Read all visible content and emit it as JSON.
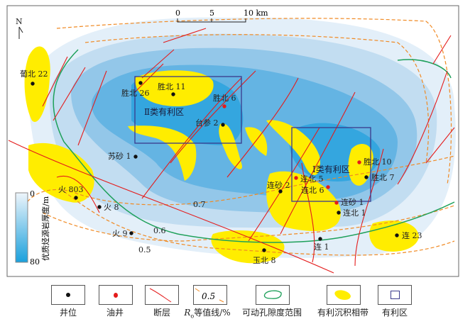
{
  "north": "N",
  "scale": {
    "labels": [
      "0",
      "5",
      "10 km"
    ]
  },
  "zones": {
    "zone1": "Ⅰ类有利区",
    "zone2": "Ⅱ类有利区"
  },
  "contours": [
    "0.7",
    "0.6",
    "0.5"
  ],
  "colorbar": {
    "title": "优质烃源岩厚度/m",
    "min": "0",
    "max": "80",
    "colors": [
      "#eef5fb",
      "#1aa0dc"
    ]
  },
  "wells": [
    {
      "name": "葡北 22",
      "type": "well"
    },
    {
      "name": "胜北 26",
      "type": "well"
    },
    {
      "name": "胜北 11",
      "type": "well"
    },
    {
      "name": "胜北 6",
      "type": "oil"
    },
    {
      "name": "台参 2",
      "type": "well"
    },
    {
      "name": "苏砂 1",
      "type": "well"
    },
    {
      "name": "火 803",
      "type": "well"
    },
    {
      "name": "火 8",
      "type": "well"
    },
    {
      "name": "火 9",
      "type": "well"
    },
    {
      "name": "玉北 8",
      "type": "well"
    },
    {
      "name": "连 1",
      "type": "well"
    },
    {
      "name": "连 23",
      "type": "well"
    },
    {
      "name": "连北 1",
      "type": "well"
    },
    {
      "name": "连砂 1",
      "type": "oil"
    },
    {
      "name": "连北 6",
      "type": "oil"
    },
    {
      "name": "连北 5",
      "type": "oil"
    },
    {
      "name": "连砂 2",
      "type": "well"
    },
    {
      "name": "胜北 10",
      "type": "oil"
    },
    {
      "name": "胜北 7",
      "type": "well"
    }
  ],
  "legend": {
    "well": "井位",
    "oil_well": "油井",
    "fault": "断层",
    "ro_sample": "0.5",
    "ro_label": "等值线/%",
    "ro_symbol": "R",
    "ro_sub": "o",
    "porosity": "可动孔隙度范围",
    "facies": "有利沉积相带",
    "zone": "有利区"
  }
}
